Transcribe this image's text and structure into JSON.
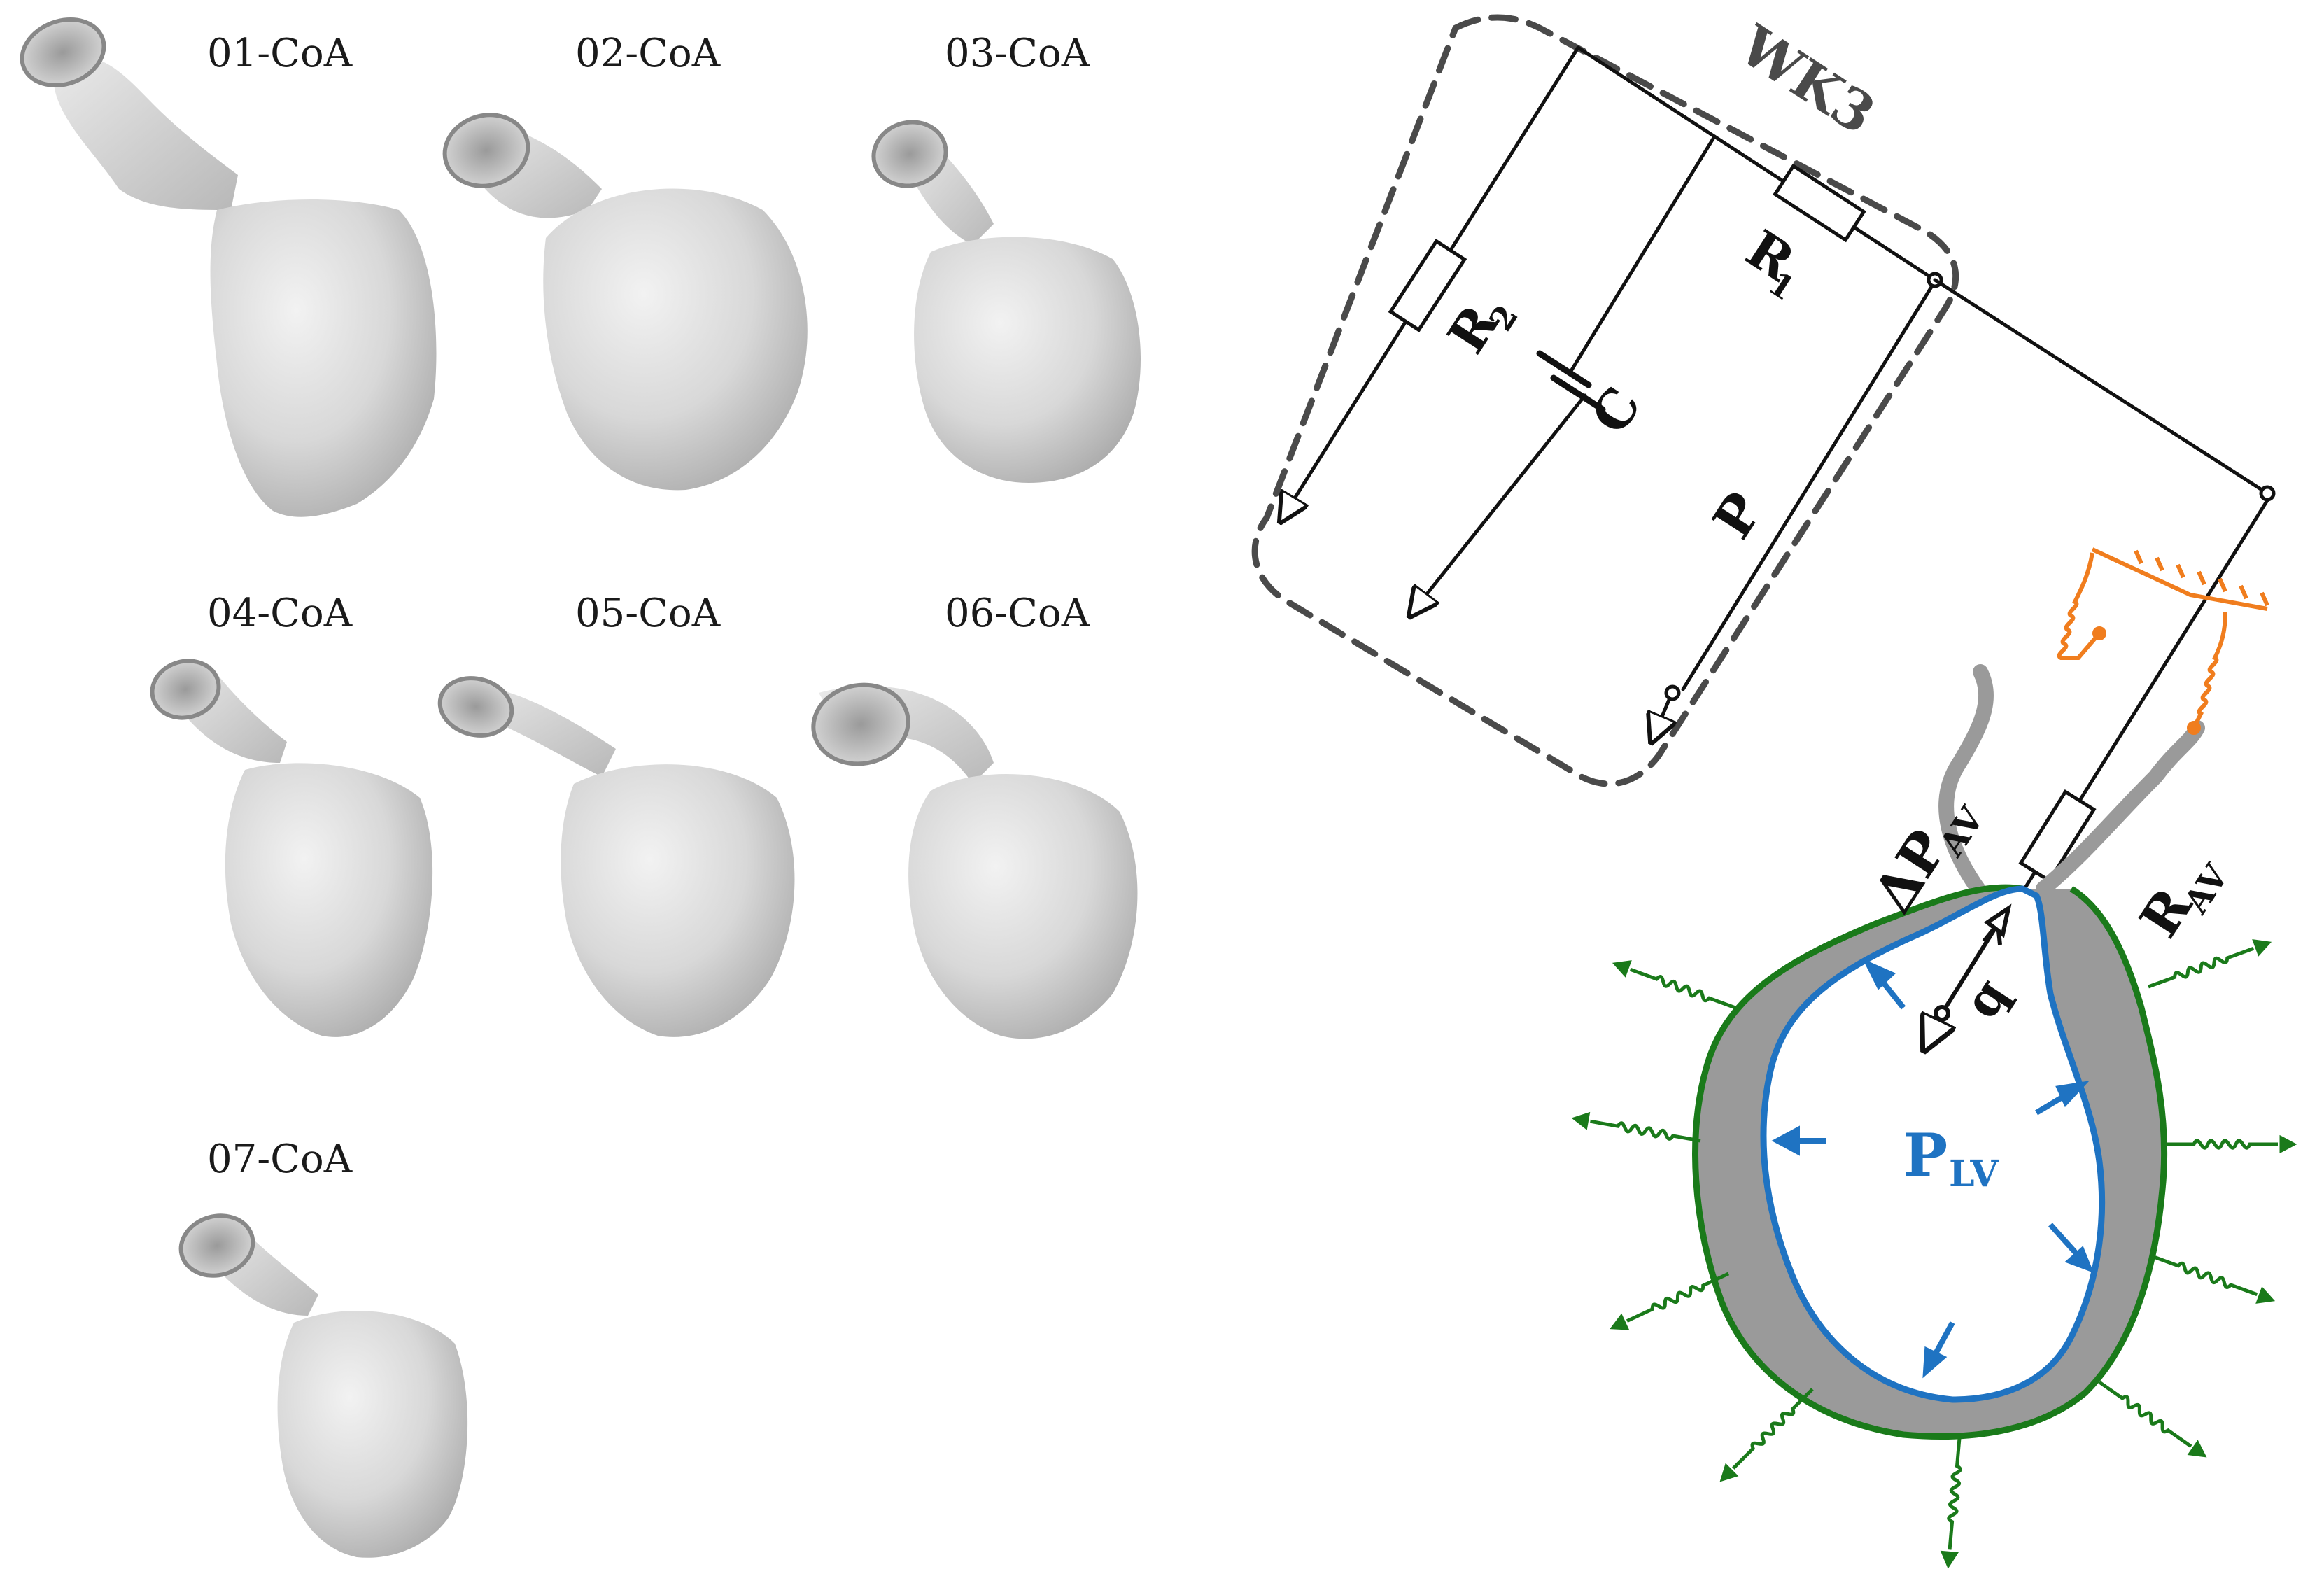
{
  "cases": [
    {
      "label": "01-CoA"
    },
    {
      "label": "02-CoA"
    },
    {
      "label": "03-CoA"
    },
    {
      "label": "04-CoA"
    },
    {
      "label": "05-CoA"
    },
    {
      "label": "06-CoA"
    },
    {
      "label": "07-CoA"
    }
  ],
  "circuit": {
    "wk_label": "WK3",
    "r1": {
      "main": "R",
      "sub": "1"
    },
    "r2": {
      "main": "R",
      "sub": "2"
    },
    "c": "C",
    "p": "P",
    "delta_p_av": {
      "main": "ΔP",
      "sub": "AV"
    },
    "r_av": {
      "main": "R",
      "sub": "AV"
    },
    "q": "q",
    "p_lv": {
      "main": "P",
      "sub": "LV"
    }
  },
  "colors": {
    "heart_fill": "#d6d6d6",
    "heart_shadow": "#a9a9a9",
    "wall": "#9a9a9a",
    "endocardium": "#1f73c2",
    "epicardium": "#1a7a1a",
    "spring_orange": "#f07d1e",
    "dashed_box": "#4a4a4a"
  }
}
